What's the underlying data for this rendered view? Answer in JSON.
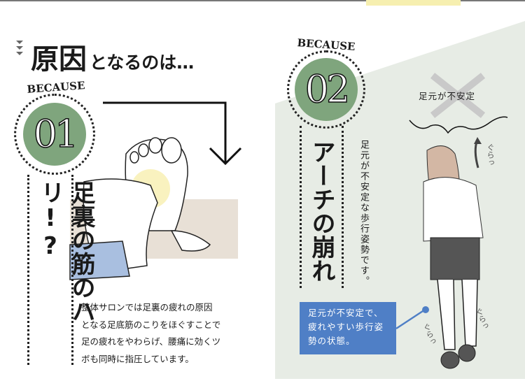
{
  "title": {
    "main": "原因",
    "rest": "となるのは…"
  },
  "section1": {
    "badge_label": "BECAUSE",
    "badge_number": "01",
    "heading": "足裏の筋のハリ!?",
    "body": [
      "整体サロンでは足裏の疲れの原因",
      "となる足底筋のこりをほぐすことで",
      "足の疲れをやわらげ、腰痛に効くツ",
      "ボも同時に指圧しています。"
    ]
  },
  "section2": {
    "badge_label": "BECAUSE",
    "badge_number": "02",
    "heading": "アーチの崩れ",
    "subtext": [
      "足元が不安定な",
      "歩行姿勢です。"
    ],
    "unstable_label": "足元が不安定",
    "sway_labels": [
      "ぐらっ",
      "ぐらっ",
      "ぐらっ"
    ],
    "callout": [
      "足元が不安定で、",
      "疲れやすい歩行姿",
      "勢の状態。"
    ]
  },
  "colors": {
    "badge_green": "#7fa57d",
    "panel_bg": "#e7ece5",
    "callout_blue": "#4f7fc6",
    "highlight_yellow": "#f6efb0"
  }
}
